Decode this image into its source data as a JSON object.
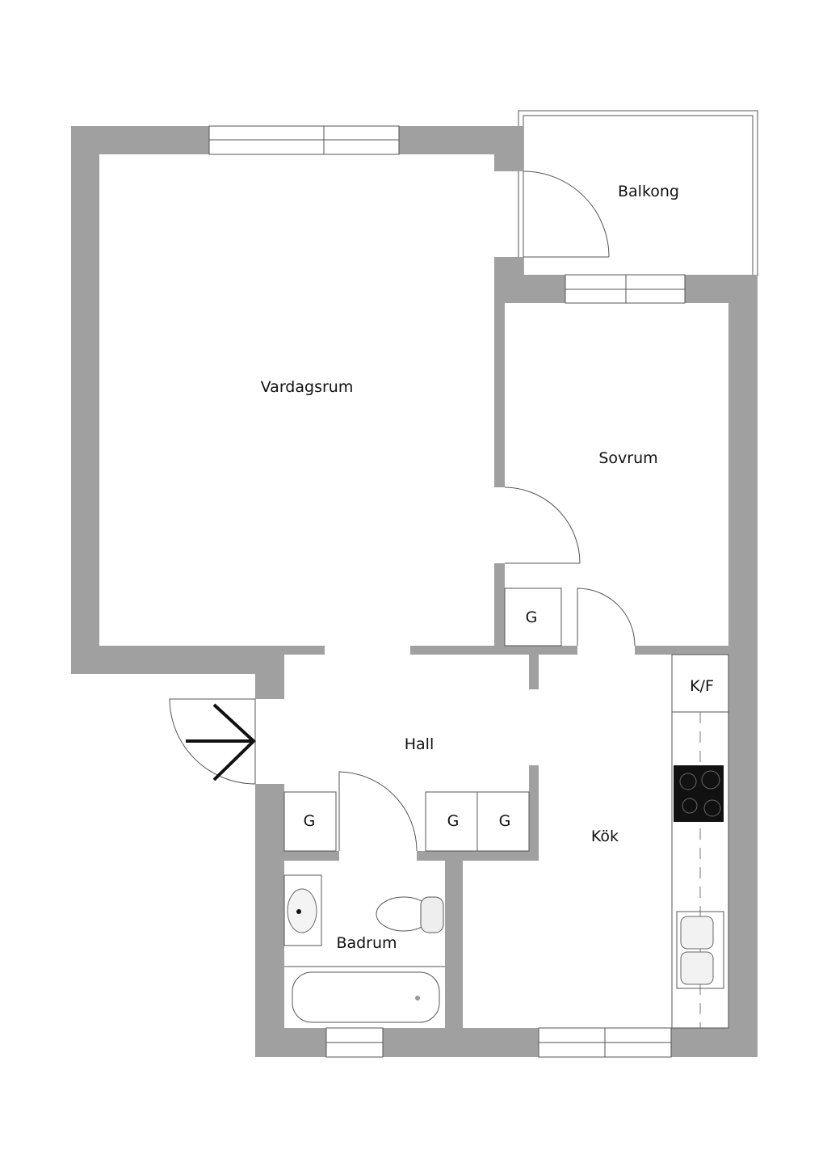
{
  "rooms": {
    "living": "Vardagsrum",
    "balcony": "Balkong",
    "bedroom": "Sovrum",
    "hall": "Hall",
    "kitchen": "Kök",
    "bathroom": "Badrum"
  },
  "closets": {
    "closet_bedroom": "G",
    "closet_hall_left": "G",
    "closet_hall_mid1": "G",
    "closet_hall_mid2": "G"
  },
  "fridge_freezer": "K/F",
  "colors": {
    "wall": "#a0a0a0",
    "stove": "#111111"
  }
}
